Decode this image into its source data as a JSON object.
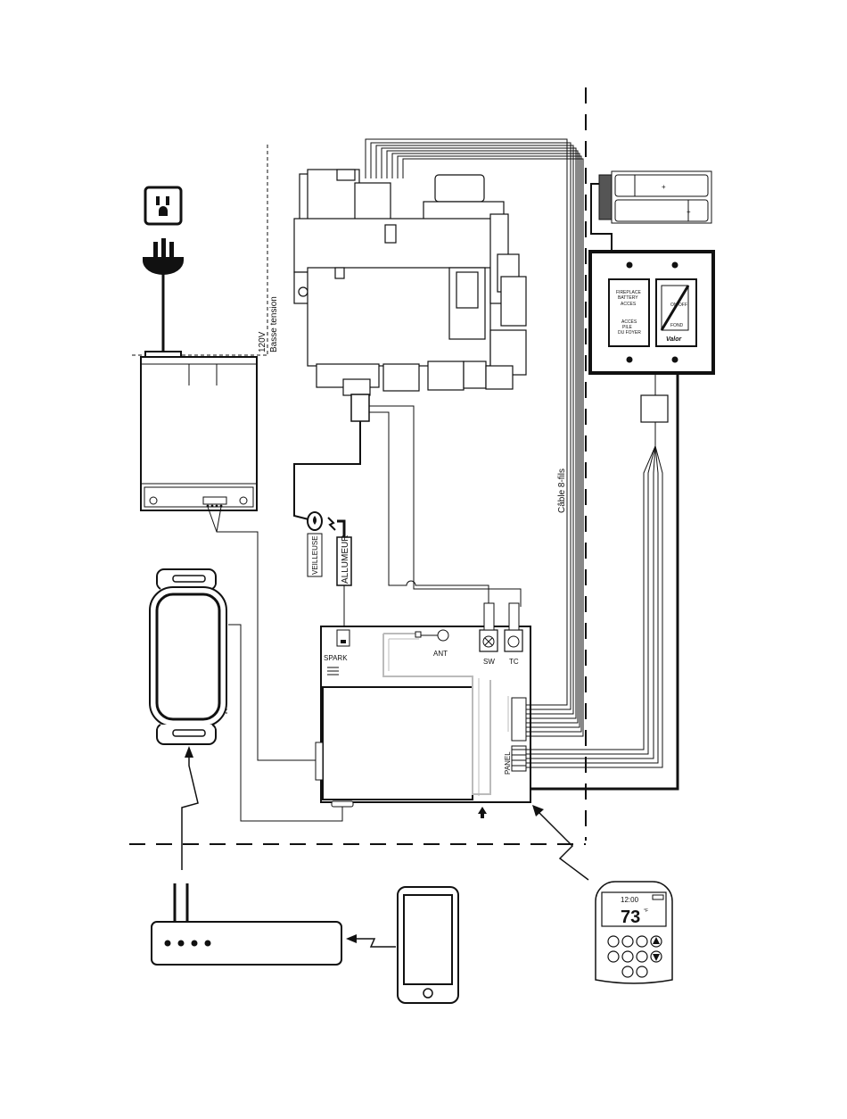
{
  "labels": {
    "voltage_line1": "120V",
    "voltage_line2": "Basse tension",
    "pilot": "VEILLEUSE",
    "igniter": "ALLUMEUR",
    "spark": "SPARK",
    "antenna": "ANT",
    "switch": "SW",
    "thermocouple": "TC",
    "panel": "PANEL",
    "cable": "Câble 8-fils"
  },
  "wall_panel": {
    "left_switch_lines": [
      "FIREPLACE",
      "BATTERY",
      "ACCES",
      "ACCÈS",
      "PILE",
      "DU FOYER"
    ],
    "right_switch_lines": [
      "ON/OFF",
      "FOND"
    ],
    "brand": "Valor"
  },
  "remote": {
    "time": "12:00",
    "temperature": "73",
    "unit": "°F"
  },
  "colors": {
    "line": "#111111",
    "light_wire": "#bbbbbb"
  }
}
